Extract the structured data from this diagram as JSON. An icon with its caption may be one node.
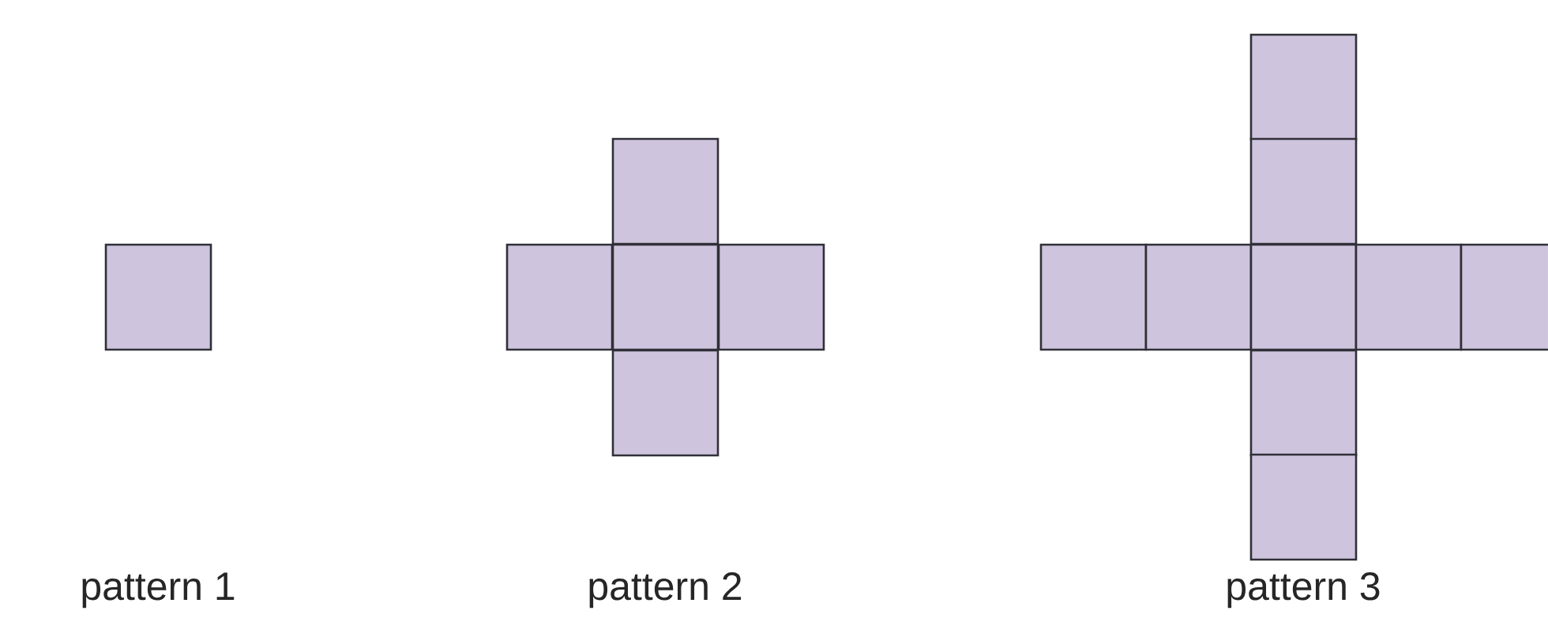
{
  "diagram": {
    "labels": [
      "pattern 1",
      "pattern 2",
      "pattern 3"
    ]
  }
}
